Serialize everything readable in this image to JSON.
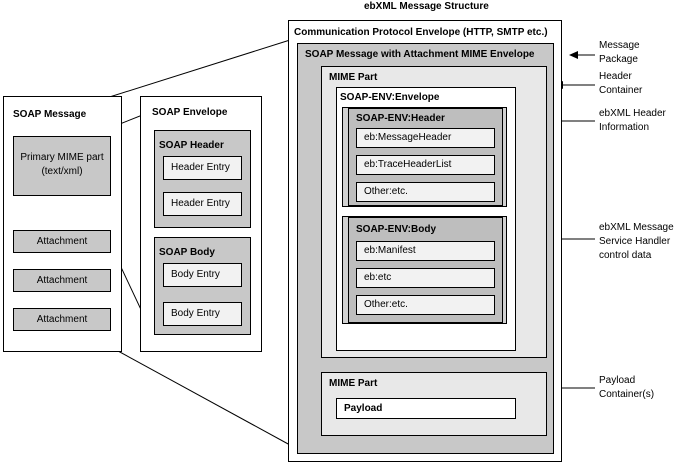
{
  "title": "ebXML Message Structure",
  "outer": {
    "protocol_envelope": "Communication Protocol Envelope (HTTP, SMTP etc.)",
    "soap_mime_envelope": "SOAP Message with Attachment MIME Envelope",
    "mime_part_1": "MIME Part",
    "soap_env_envelope": "SOAP-ENV:Envelope",
    "soap_env_header": "SOAP-ENV:Header",
    "header_fields": [
      "eb:MessageHeader",
      "eb:TraceHeaderList",
      "Other:etc."
    ],
    "soap_env_body": "SOAP-ENV:Body",
    "body_fields": [
      "eb:Manifest",
      "eb:etc",
      "Other:etc."
    ],
    "mime_part_2": "MIME Part",
    "payload": "Payload"
  },
  "annotations": {
    "message_package": [
      "Message",
      "Package"
    ],
    "header_container": [
      "Header",
      "Container"
    ],
    "ebxml_header_info": [
      "ebXML Header",
      "Information"
    ],
    "ebxml_msh_data": [
      "ebXML Message",
      "Service Handler",
      "control data"
    ],
    "payload_containers": [
      "Payload",
      "Container(s)"
    ]
  },
  "soap_message": {
    "title": "SOAP Message",
    "primary_mime": [
      "Primary MIME part",
      "(text/xml)"
    ],
    "attachments": [
      "Attachment",
      "Attachment",
      "Attachment"
    ]
  },
  "soap_envelope": {
    "title": "SOAP Envelope",
    "header_title": "SOAP Header",
    "header_entries": [
      "Header Entry",
      "Header Entry"
    ],
    "body_title": "SOAP Body",
    "body_entries": [
      "Body Entry",
      "Body Entry"
    ]
  },
  "colors": {
    "outer_gray": "#c8c8c8",
    "inner_light": "#e8e8e8",
    "header_gray": "#bebebe",
    "field_fill": "#f2f2f2"
  }
}
